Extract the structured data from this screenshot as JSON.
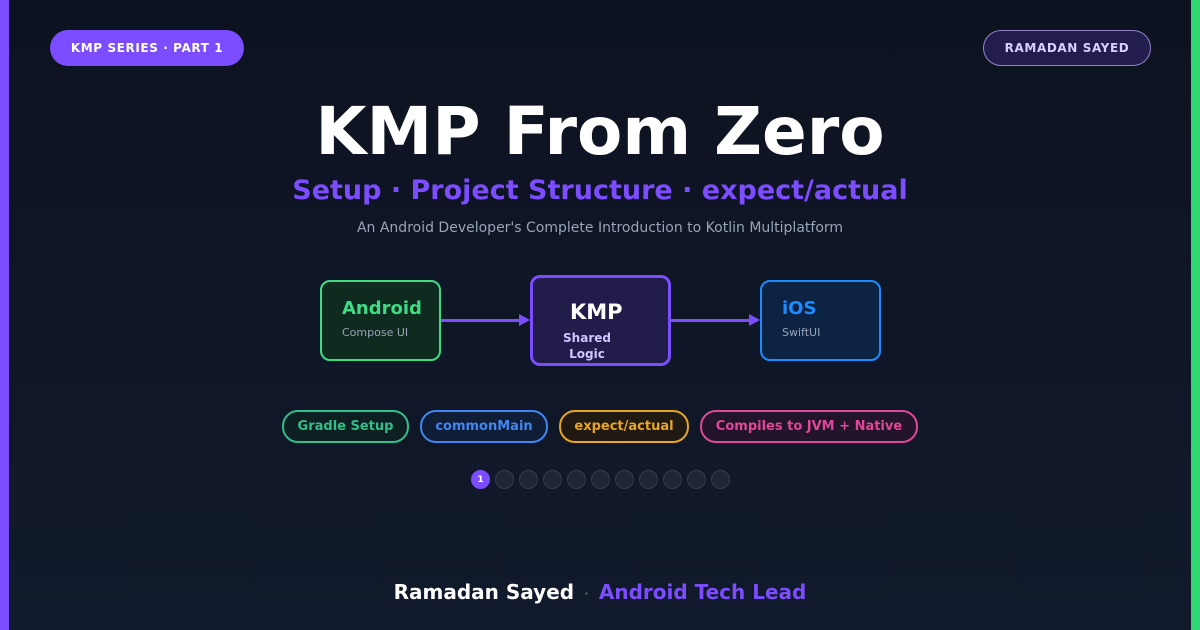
{
  "badges": {
    "series": "KMP SERIES · PART 1",
    "author": "RAMADAN SAYED"
  },
  "hero": {
    "title": "KMP From Zero",
    "subtitle": "Setup · Project Structure · expect/actual",
    "tagline": "An Android Developer's Complete Introduction to Kotlin Multiplatform"
  },
  "diagram": {
    "android": {
      "title": "Android",
      "subtitle": "Compose UI"
    },
    "kmp": {
      "title": "KMP",
      "subtitle": "Shared Logic"
    },
    "ios": {
      "title": "iOS",
      "subtitle": "SwiftUI"
    }
  },
  "tags": [
    {
      "label": "Gradle Setup",
      "color": "#2fbf88"
    },
    {
      "label": "commonMain",
      "color": "#3f86f0"
    },
    {
      "label": "expect/actual",
      "color": "#e8a521"
    },
    {
      "label": "Compiles to JVM + Native",
      "color": "#e0479a"
    }
  ],
  "pagination": {
    "current": "1",
    "total": 11
  },
  "footer": {
    "name": "Ramadan Sayed",
    "separator": "·",
    "role": "Android Tech Lead"
  },
  "colors": {
    "accent": "#7c4dff",
    "android": "#3ddc84",
    "ios": "#1a8cff"
  }
}
